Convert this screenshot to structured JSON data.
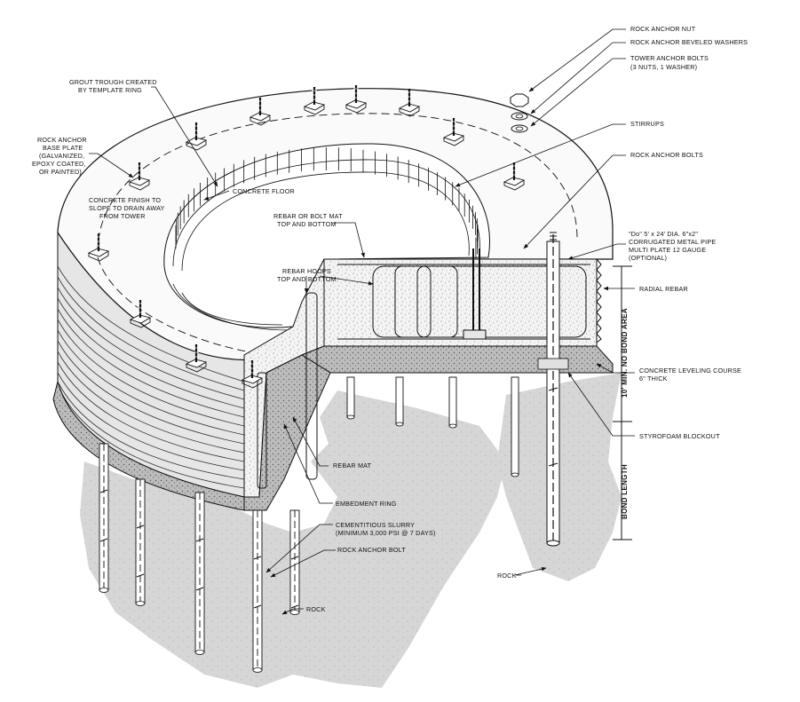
{
  "labels": {
    "rock_anchor_nut": "ROCK ANCHOR NUT",
    "beveled_washers": "ROCK ANCHOR BEVELED WASHERS",
    "tower_bolts_1": "TOWER ANCHOR BOLTS",
    "tower_bolts_2": "(3 NUTS, 1 WASHER)",
    "grout_trough_1": "GROUT TROUGH CREATED",
    "grout_trough_2": "BY TEMPLATE RING",
    "base_plate_1": "ROCK ANCHOR",
    "base_plate_2": "BASE PLATE",
    "base_plate_3": "(GALVANIZED,",
    "base_plate_4": "EPOXY COATED,",
    "base_plate_5": "OR PAINTED)",
    "concrete_finish_1": "CONCRETE FINISH TO",
    "concrete_finish_2": "SLOPE TO DRAIN AWAY",
    "concrete_finish_3": "FROM TOWER",
    "concrete_floor": "CONCRETE FLOOR",
    "stirrups": "STIRRUPS",
    "rock_anchor_bolts": "ROCK ANCHOR BOLTS",
    "rebar_mat_tb_1": "REBAR OR BOLT MAT",
    "rebar_mat_tb_2": "TOP AND BOTTOM",
    "pipe_1": "\"Do\" 5' x 24' DIA. 6\"x2\"",
    "pipe_2": "CORRUGATED METAL PIPE",
    "pipe_3": "MULTI PLATE 12 GAUGE",
    "pipe_4": "(OPTIONAL)",
    "rebar_hoops_1": "REBAR HOOPS",
    "rebar_hoops_2": "TOP AND BOTTOM",
    "radial_rebar": "RADIAL REBAR",
    "leveling_1": "CONCRETE LEVELING COURSE",
    "leveling_2": "6\" THICK",
    "min_no_bond": "10' MIN. NO BOND AREA",
    "styrofoam": "STYROFOAM BLOCKOUT",
    "rebar_mat": "REBAR MAT",
    "bond_length": "BOND LENGTH",
    "embedment_ring": "EMBEDMENT RING",
    "slurry_1": "CEMENTITIOUS SLURRY",
    "slurry_2": "(MINIMUM 3,000 PSI @ 7 DAYS)",
    "rock_anchor_bolt": "ROCK ANCHOR BOLT",
    "rock_right": "ROCK",
    "rock_left": "ROCK"
  },
  "colors": {
    "line": "#111111",
    "rock_fill": "#d9d9d9",
    "concrete_fill": "#f2f2f2",
    "leveling_fill": "#b8b8b8"
  }
}
